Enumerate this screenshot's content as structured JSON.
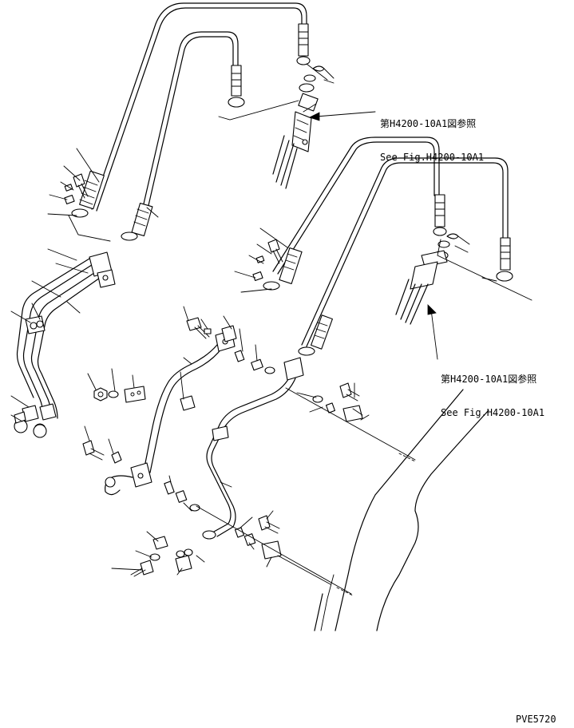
{
  "references": [
    {
      "line1": "第H4200-10A1図参照",
      "line2": "See Fig.H4200-10A1"
    },
    {
      "line1": "第H4200-10A1図参照",
      "line2": "See Fig.H4200-10A1"
    }
  ],
  "drawing_code": "PVE5720"
}
